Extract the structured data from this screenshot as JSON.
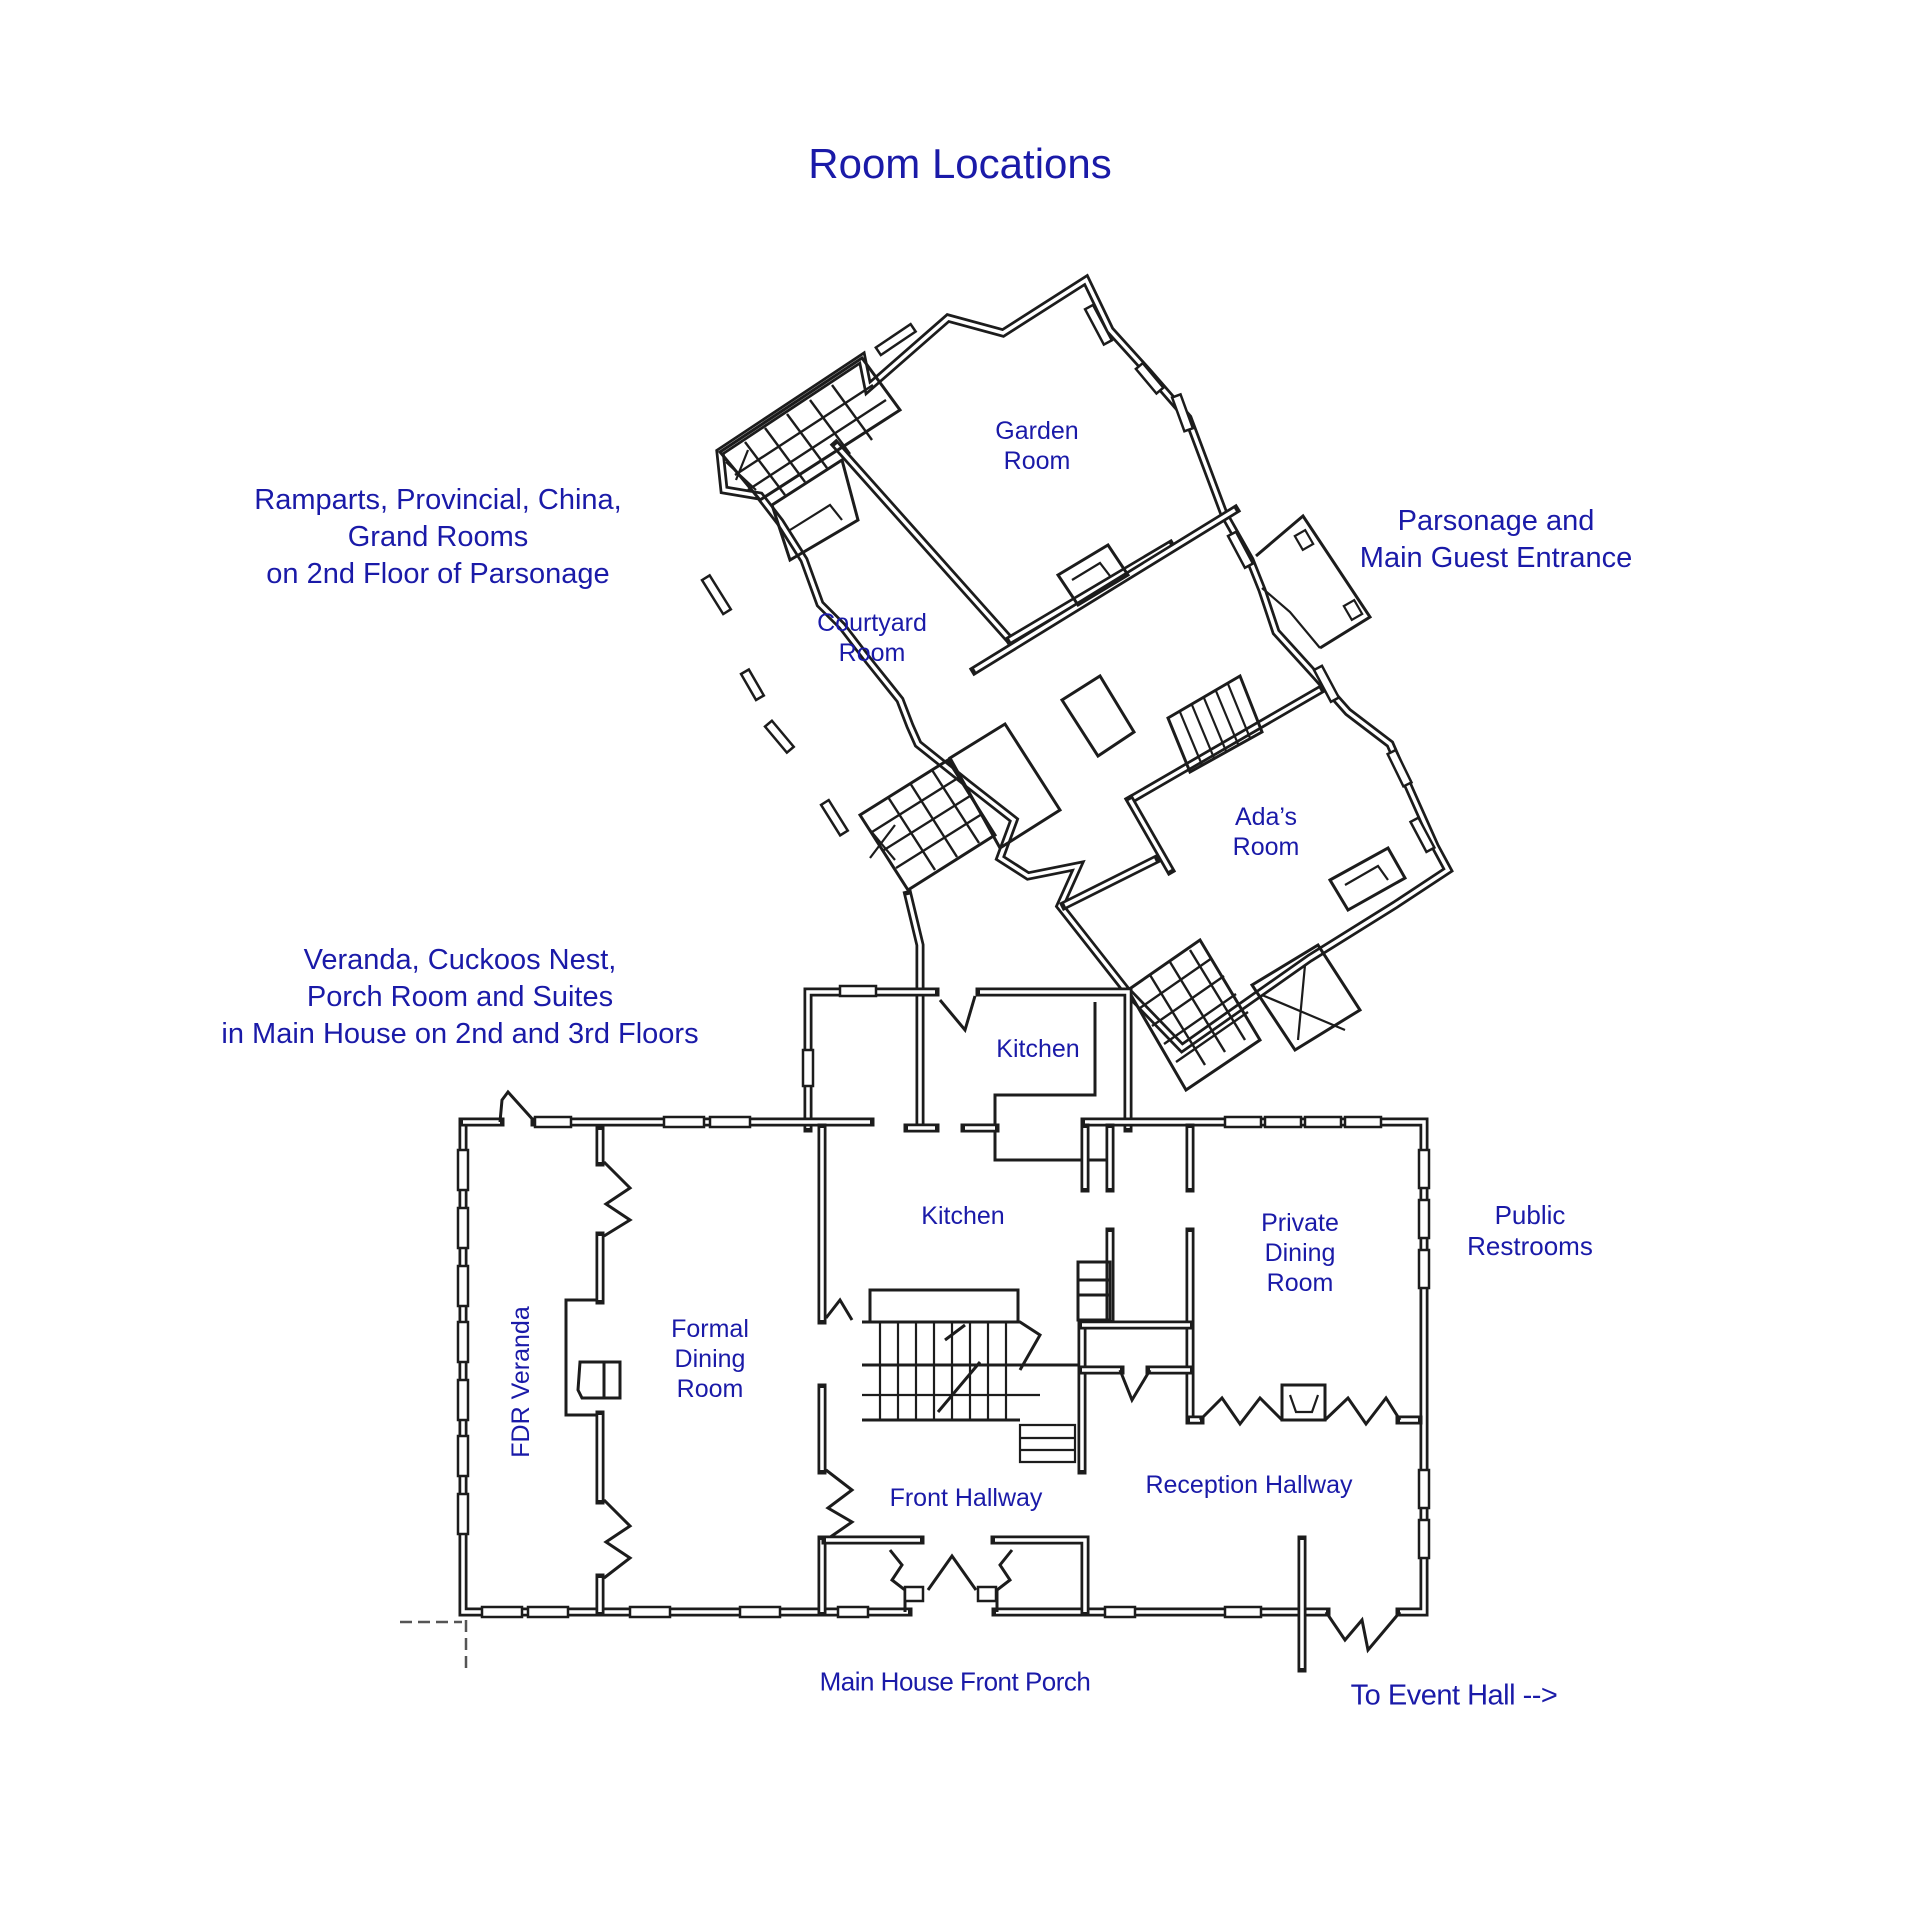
{
  "title": "Room Locations",
  "notes": {
    "upper_floor_parsonage": [
      "Ramparts, Provincial, China,",
      "Grand Rooms",
      "on 2nd Floor of Parsonage"
    ],
    "parsonage_entrance": [
      "Parsonage and",
      "Main Guest Entrance"
    ],
    "main_house_upper_floors": [
      "Veranda, Cuckoos Nest,",
      "Porch Room and Suites",
      "in Main House on 2nd and 3rd Floors"
    ],
    "public_restrooms": [
      "Public",
      "Restrooms"
    ],
    "front_porch": "Main House Front Porch",
    "event_hall": "To Event Hall -->"
  },
  "parsonage_rooms": {
    "garden_room": [
      "Garden",
      "Room"
    ],
    "courtyard_room": [
      "Courtyard",
      "Room"
    ],
    "adas_room": [
      "Ada’s",
      "Room"
    ]
  },
  "main_house_rooms": {
    "kitchen_upper": "Kitchen",
    "kitchen_lower": "Kitchen",
    "private_dining_room": [
      "Private",
      "Dining",
      "Room"
    ],
    "formal_dining_room": [
      "Formal",
      "Dining",
      "Room"
    ],
    "fdr_veranda": "FDR Veranda",
    "front_hallway": "Front Hallway",
    "reception_hallway": "Reception Hallway"
  },
  "colors": {
    "label_text": "#1a1aa8",
    "walls": "#1c1c1c",
    "background": "#ffffff"
  }
}
